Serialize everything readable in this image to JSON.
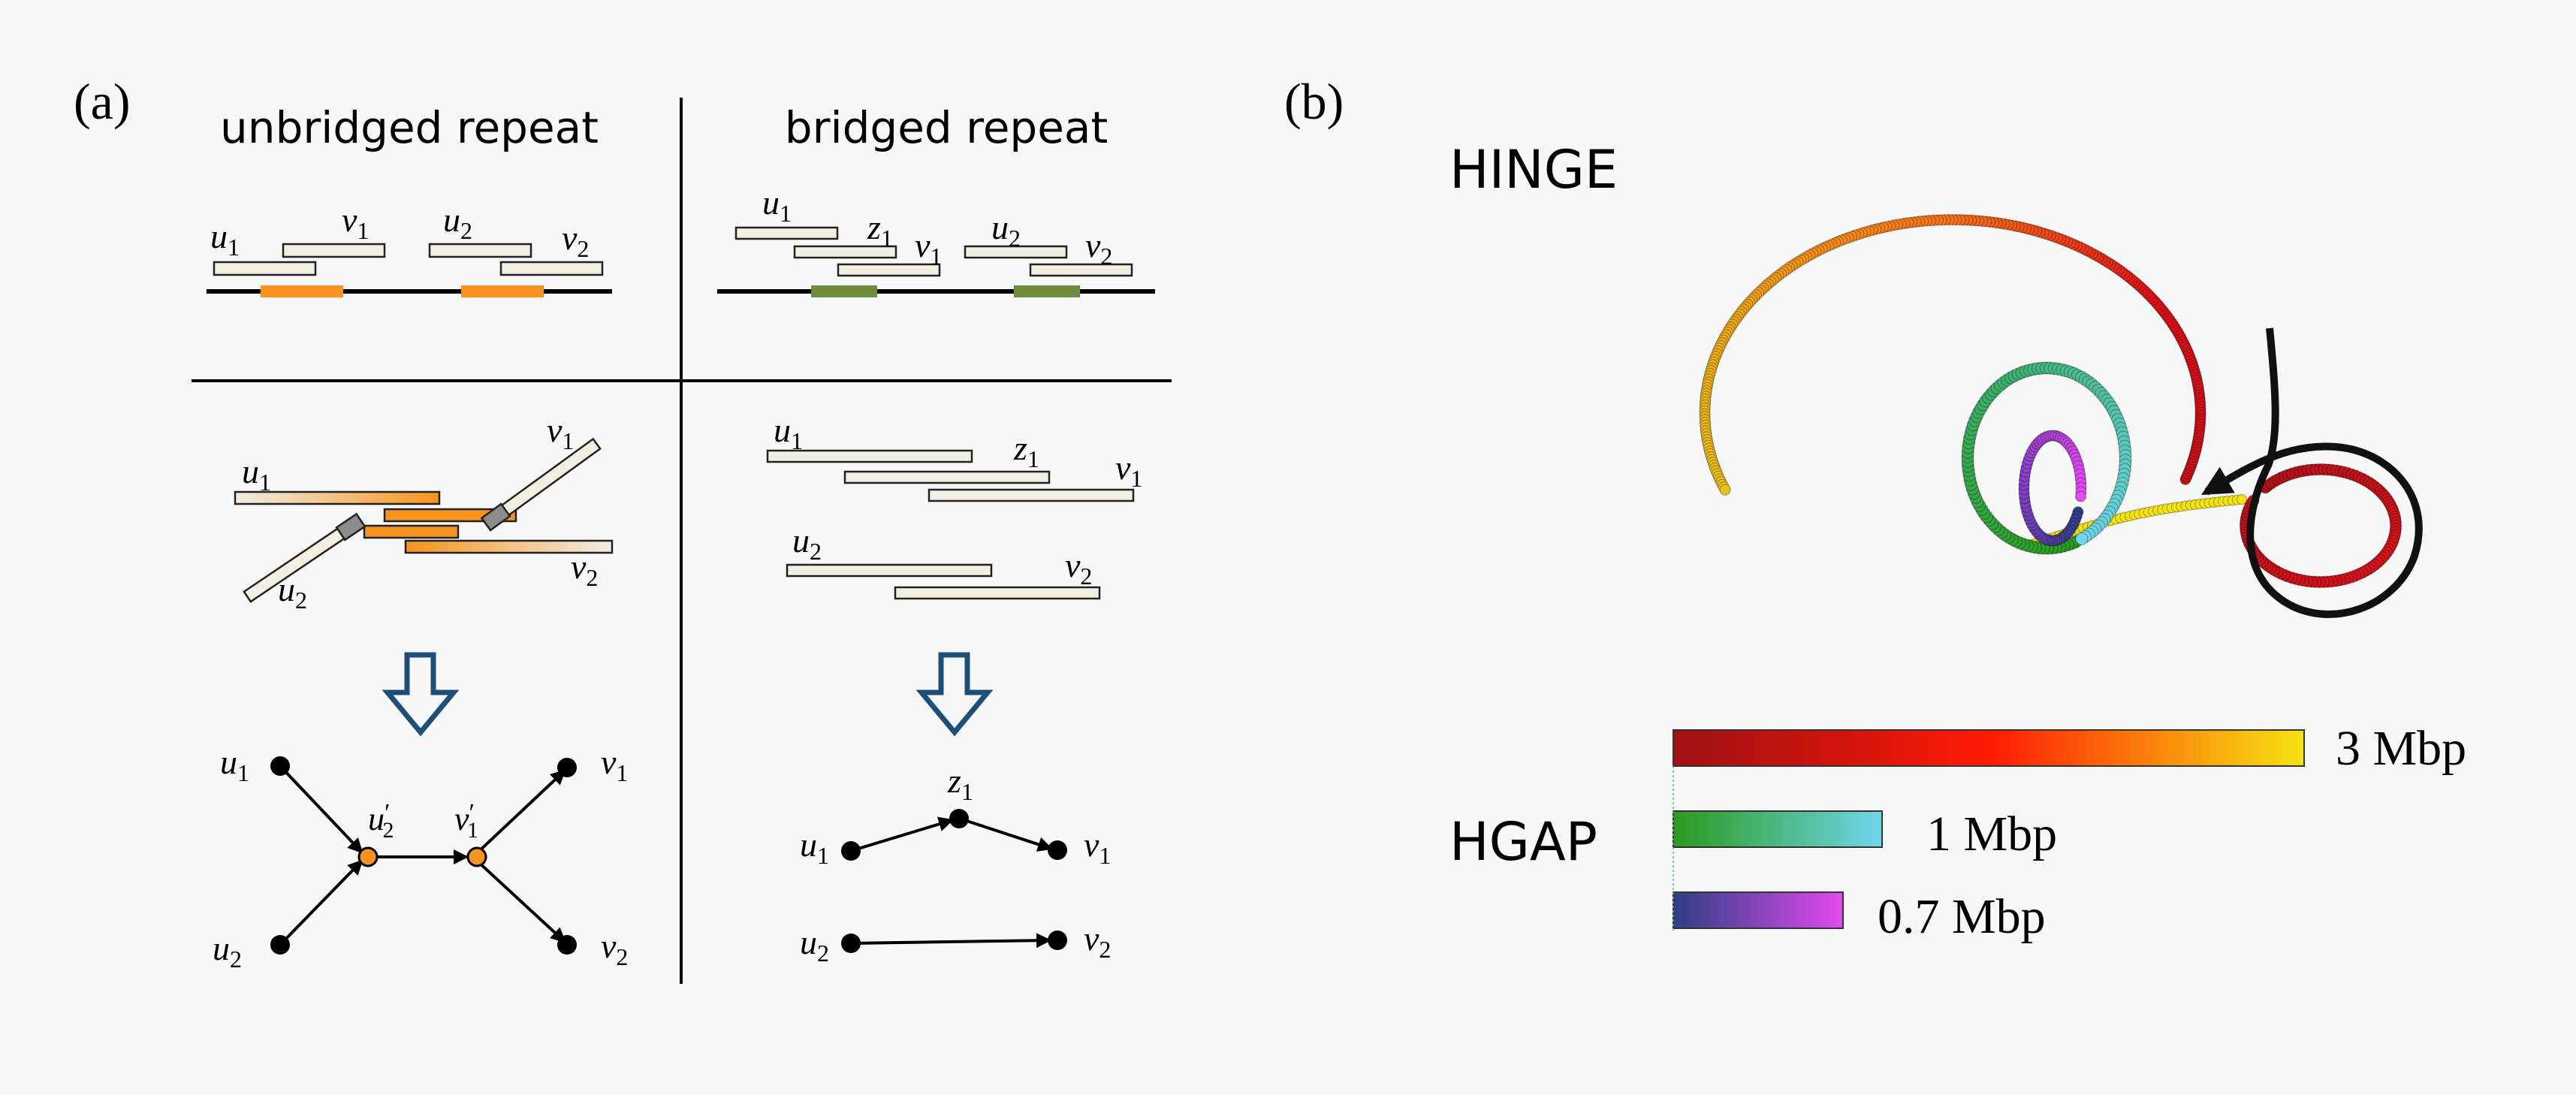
{
  "panel_a": {
    "label": "(a)",
    "col_unbridged": "unbridged repeat",
    "col_bridged": "bridged repeat",
    "unbridged_top": {
      "u1": "u",
      "u1_sub": "1",
      "v1": "v",
      "v1_sub": "1",
      "u2": "u",
      "u2_sub": "2",
      "v2": "v",
      "v2_sub": "2"
    },
    "bridged_top": {
      "u1": "u",
      "u1_sub": "1",
      "z1": "z",
      "z1_sub": "1",
      "v1": "v",
      "v1_sub": "1",
      "u2": "u",
      "u2_sub": "2",
      "v2": "v",
      "v2_sub": "2"
    },
    "unbridged_mid": {
      "u1": "u",
      "u1_sub": "1",
      "v1": "v",
      "v1_sub": "1",
      "u2": "u",
      "u2_sub": "2",
      "v2": "v",
      "v2_sub": "2"
    },
    "bridged_mid": {
      "u1": "u",
      "u1_sub": "1",
      "z1": "z",
      "z1_sub": "1",
      "v1": "v",
      "v1_sub": "1",
      "u2": "u",
      "u2_sub": "2",
      "v2": "v",
      "v2_sub": "2"
    },
    "unbridged_graph": {
      "u1": "u",
      "u1_sub": "1",
      "u2": "u",
      "u2_sub": "2",
      "v1": "v",
      "v1_sub": "1",
      "v2": "v",
      "v2_sub": "2",
      "u2p": "u",
      "u2p_sub": "2",
      "v1p": "v",
      "v1p_sub": "1",
      "prime": "′"
    },
    "bridged_graph": {
      "u1": "u",
      "u1_sub": "1",
      "z1": "z",
      "z1_sub": "1",
      "v1": "v",
      "v1_sub": "1",
      "u2": "u",
      "u2_sub": "2",
      "v2": "v",
      "v2_sub": "2"
    }
  },
  "panel_b": {
    "label": "(b)",
    "hinge": "HINGE",
    "hgap": "HGAP",
    "bars": [
      {
        "label": "3 Mbp",
        "from": "#9e1014",
        "mid": "#ff1a05",
        "to": "#f5e411"
      },
      {
        "label": "1 Mbp",
        "from": "#2a9a1d",
        "to": "#6fd6ea"
      },
      {
        "label": "0.7 Mbp",
        "from": "#2d3f84",
        "to": "#e34af0"
      }
    ]
  },
  "colors": {
    "repeat_unbridged": "#f7931e",
    "repeat_bridged": "#6e8d3f",
    "node_prime": "#f7931e",
    "down_arrow": "#1f4e79",
    "read_fill": "#f1eee2"
  }
}
